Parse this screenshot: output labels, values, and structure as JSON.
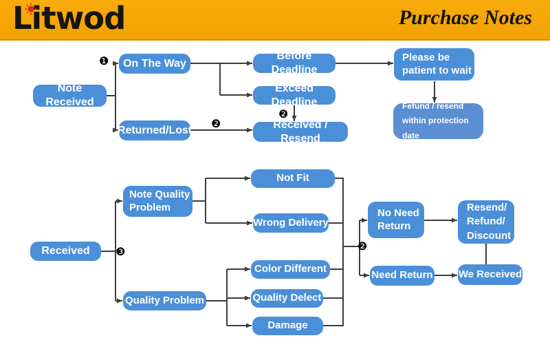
{
  "header": {
    "logo": "Litwod",
    "title": "Purchase Notes"
  },
  "markers": {
    "one": "❶",
    "two": "❷",
    "three": "❸"
  },
  "nodes": {
    "note_received": "Note Received",
    "on_the_way": "On The Way",
    "returned_lost": "Returned/Lost",
    "before_deadline": "Before Deadline",
    "exceed_deadline": "Exceed Deadline",
    "received_resend": "Recelved / Resend",
    "please_wait": "Please be\npatient to wait",
    "refund_protection": "Fefund / resend\nwithin protection date",
    "received": "Received",
    "note_quality_problem": "Note Quality\nProblem",
    "quality_problem": "Quality Problem",
    "not_fit": "Not Fit",
    "wrong_delivery": "Wrong Delivery",
    "color_different": "Color Different",
    "quality_delect": "Quality Delect",
    "damage": "Damage",
    "no_need_return": "No Need\nReturn",
    "need_return": "Need Return",
    "resend_refund_discount": "Resend/\nRefund/\nDiscount",
    "we_received": "We Received"
  },
  "colors": {
    "header_bg": "#f5a707",
    "header_border": "#d18f06",
    "node_blue": "#4a8fd8",
    "muted_blue": "#5b8ed2",
    "line": "#3c3c3c",
    "sun_red": "#e32818"
  }
}
